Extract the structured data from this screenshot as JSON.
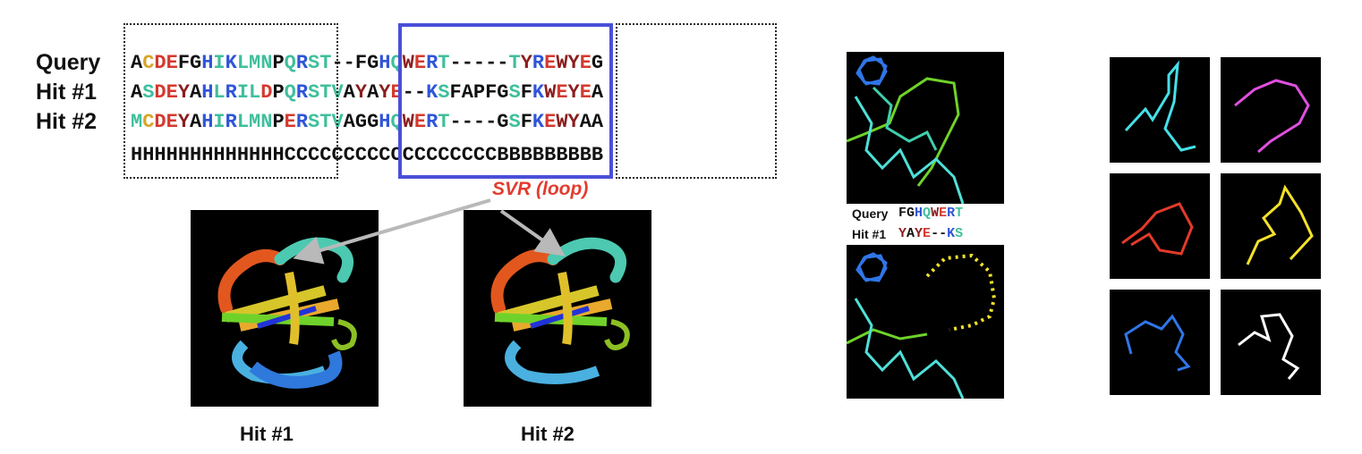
{
  "alignment": {
    "rows": [
      {
        "label": "Query",
        "sequence": "ACDEFGHIKLMNPQRST--FGHQWERT-----TYREWYEG"
      },
      {
        "label": "Hit #1",
        "sequence": "ASDEYAHLRILDPQRSTVAYAYE--KSFAPFGSFKWEYEA"
      },
      {
        "label": "Hit #2",
        "sequence": "MCDEYAHIRLMNPERSTVAGGHQWERT----GSFKEWYAA"
      },
      {
        "label": "",
        "sequence": "HHHHHHHHHHHHHCCCCCCCCCCCCCCCCCCBBBBBBBBB"
      }
    ],
    "svr_label": "SVR (loop)"
  },
  "colors": {
    "red": "#d43a2f",
    "darkred": "#8a1d1d",
    "blue": "#2f55d8",
    "teal": "#3fbf9c",
    "gold": "#d8a52a",
    "black": "#111111",
    "gray": "#777777",
    "box_blue": "#4a4fd8"
  },
  "structures": [
    {
      "caption": "Hit #1"
    },
    {
      "caption": "Hit #2"
    }
  ],
  "middle": {
    "rows": [
      {
        "label": "Query",
        "sequence": "FGHQWERT"
      },
      {
        "label": "Hit #1",
        "sequence": "YAYE--KS"
      }
    ]
  },
  "fragments": [
    {
      "color": "#45e0e8"
    },
    {
      "color": "#e04fe0"
    },
    {
      "color": "#e23a2a"
    },
    {
      "color": "#f4e22a"
    },
    {
      "color": "#2f76e8"
    },
    {
      "color": "#ffffff"
    }
  ]
}
